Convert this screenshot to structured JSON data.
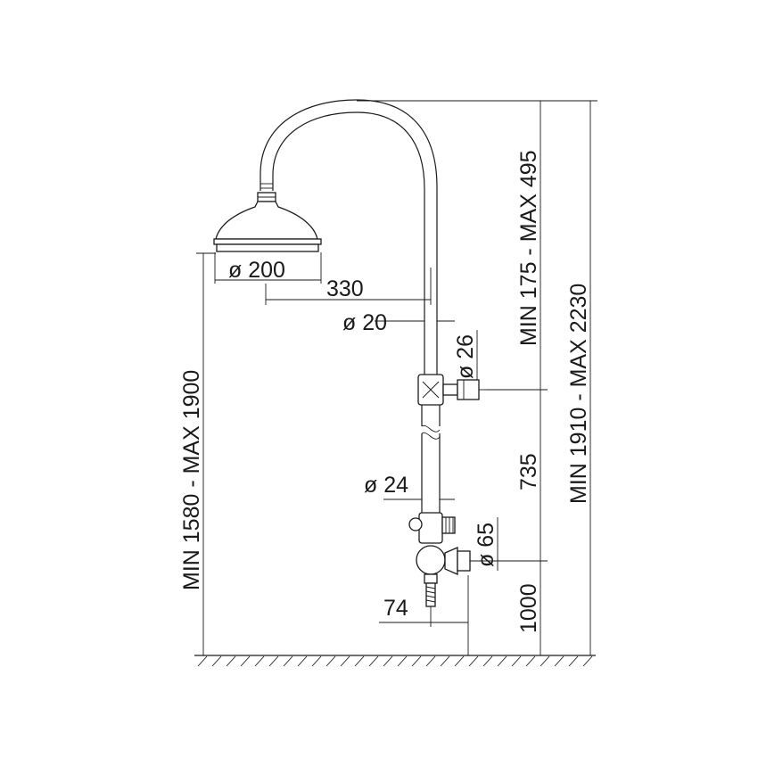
{
  "drawing": {
    "dimensions": {
      "head_diameter": "ø 200",
      "arm_projection": "330",
      "arm_pipe_diameter": "ø 20",
      "upper_tube_diameter": "ø 26",
      "lower_tube_diameter": "ø 24",
      "mixer_diameter": "ø 65",
      "outlet_offset": "74",
      "slider_height": "735",
      "mixer_height": "1000",
      "head_height_range": "MIN 1580 - MAX 1900",
      "arm_height_range": "MIN 175 - MAX 495",
      "total_height_range": "MIN 1910 - MAX 2230"
    }
  }
}
